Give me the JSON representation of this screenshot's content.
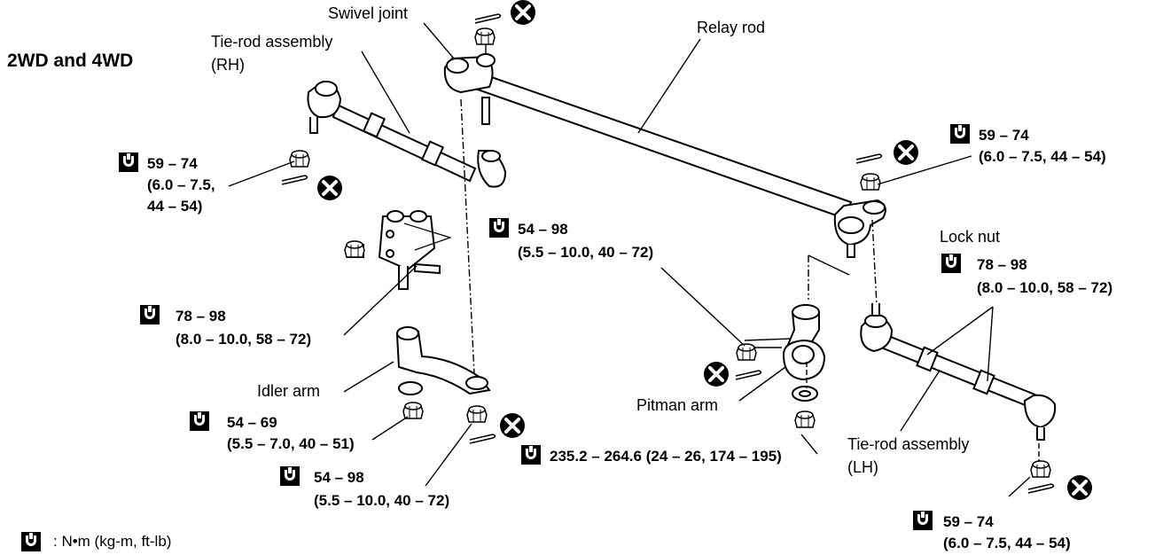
{
  "heading": "2WD and 4WD",
  "parts": {
    "swivel_joint": "Swivel joint",
    "relay_rod": "Relay rod",
    "tie_rod_rh": "Tie-rod assembly",
    "tie_rod_rh_side": "(RH)",
    "lock_nut": "Lock nut",
    "idler_arm": "Idler arm",
    "pitman_arm": "Pitman arm",
    "tie_rod_lh": "Tie-rod assembly",
    "tie_rod_lh_side": "(LH)"
  },
  "torques": {
    "rh_outer": {
      "nm": "59 – 74",
      "l2": "(6.0 – 7.5,",
      "l3": "44 – 54)"
    },
    "relay_lh": {
      "nm": "59 – 74",
      "l2": "(6.0 – 7.5, 44 – 54)"
    },
    "center": {
      "nm": "54 – 98",
      "l2": "(5.5 – 10.0, 40 – 72)"
    },
    "lock_nut": {
      "nm": "78 – 98",
      "l2": "(8.0 – 10.0, 58 – 72)"
    },
    "bracket": {
      "nm": "78 – 98",
      "l2": "(8.0 – 10.0, 58 – 72)"
    },
    "idler_nut": {
      "nm": "54 – 69",
      "l2": "(5.5 – 7.0, 40 – 51)"
    },
    "idler_lower": {
      "nm": "54 – 98",
      "l2": "(5.5 – 10.0, 40 – 72)"
    },
    "pitman": {
      "nm": "235.2 – 264.6 (24 – 26, 174 – 195)"
    },
    "lh_outer": {
      "nm": "59 – 74",
      "l2": "(6.0 – 7.5, 44 – 54)"
    }
  },
  "legend": ": N•m (kg-m, ft-lb)",
  "icons": [
    "torque-wrench-icon",
    "do-not-reuse-icon",
    "cotter-pin-icon",
    "nut-icon"
  ]
}
